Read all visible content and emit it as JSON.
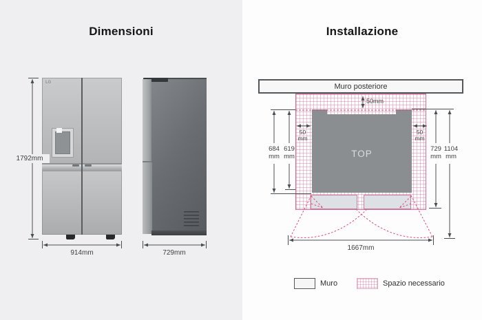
{
  "dimensions": {
    "title": "Dimensioni",
    "brand": "LG",
    "height": "1792mm",
    "width": "914mm",
    "depth": "729mm"
  },
  "installation": {
    "title": "Installazione",
    "wall_label": "Muro posteriore",
    "top_view_label": "TOP",
    "back_clearance": "50mm",
    "left_clearance_value": "50",
    "left_clearance_unit": "mm",
    "right_clearance_value": "50",
    "right_clearance_unit": "mm",
    "depth_684_value": "684",
    "depth_684_unit": "mm",
    "depth_619_value": "619",
    "depth_619_unit": "mm",
    "depth_729_value": "729",
    "depth_729_unit": "mm",
    "depth_1104_value": "1104",
    "depth_1104_unit": "mm",
    "total_open_width": "1667mm",
    "legend": {
      "wall": "Muro",
      "space": "Spazio necessario"
    }
  },
  "colors": {
    "accent_red": "#e0457b",
    "hatch_pink": "#d06d97",
    "panel_left_bg": "#efeff1",
    "panel_right_bg": "#fdfdfd",
    "top_view_gray": "#8b8e90",
    "dim_line_gray": "#4b4e51"
  }
}
